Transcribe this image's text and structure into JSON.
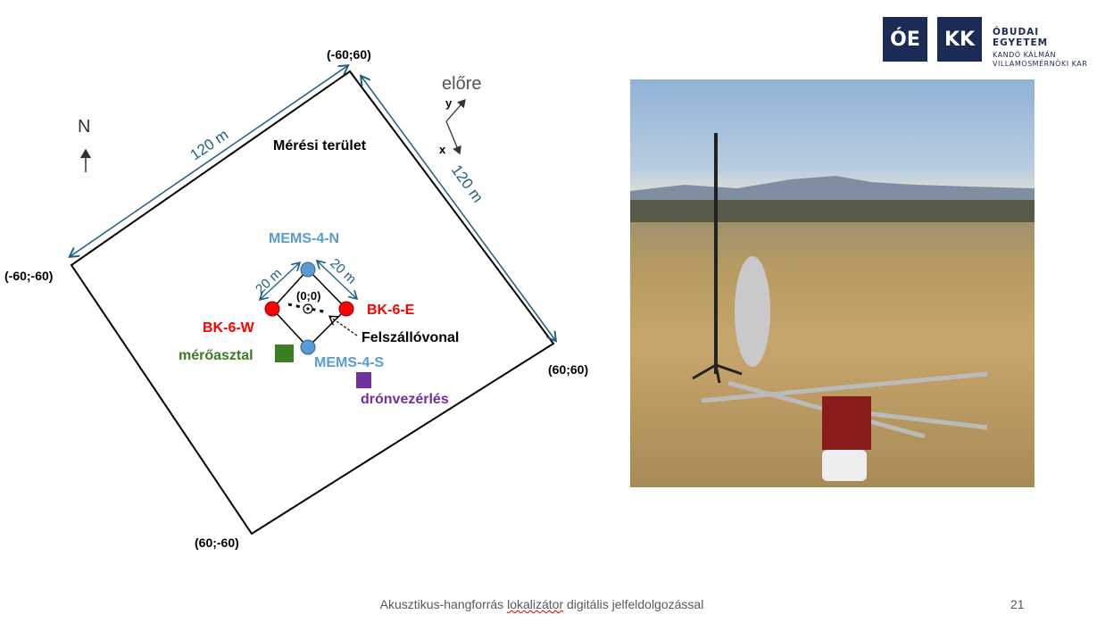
{
  "logo": {
    "oe": "ÓE",
    "kk": "KK",
    "university": "ÓBUDAI EGYETEM",
    "faculty_line1": "KANDÓ KÁLMÁN",
    "faculty_line2": "VILLAMOSMÉRNÖKI KAR"
  },
  "diagram": {
    "corners": {
      "top": "(-60;60)",
      "left": "(-60;-60)",
      "right": "(60;60)",
      "bottom": "(60;-60)"
    },
    "side_length_1": "120 m",
    "side_length_2": "120 m",
    "area_label": "Mérési terület",
    "north": "N",
    "forward": "előre",
    "axis_y": "y",
    "axis_x": "x",
    "inner_side_1": "20 m",
    "inner_side_2": "20 m",
    "origin": "(0;0)",
    "mems_n": "MEMS-4-N",
    "mems_s": "MEMS-4-S",
    "bk_w": "BK-6-W",
    "bk_e": "BK-6-E",
    "takeoff_line": "Felszállóvonal",
    "measure_table": "mérőasztal",
    "drone_control": "drónvezérlés",
    "colors": {
      "mems": "#5b9bd5",
      "bk": "#ff0000",
      "table": "#3a7d22",
      "drone": "#7030a0",
      "dimension": "#1f5f7f"
    }
  },
  "footer": {
    "title_pre": "Akusztikus-hangforrás ",
    "title_u": "lokalizátor",
    "title_post": " digitális jelfeldolgozással",
    "page": "21"
  }
}
